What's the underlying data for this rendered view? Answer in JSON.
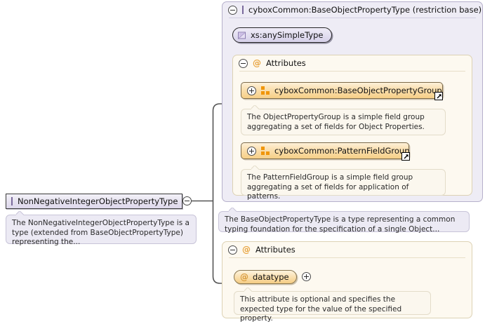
{
  "diagram": {
    "kind": "xml-schema-type-diagram"
  },
  "left_node": {
    "label": "NonNegativeIntegerObjectPropertyType",
    "icon": "complex-type-icon",
    "toggle": "collapse-minus-icon",
    "annotation": "The NonNegativeIntegerObjectPropertyType is a type (extended from BaseObjectPropertyType) representing the..."
  },
  "base_panel": {
    "toggle": "collapse-minus-icon",
    "icon": "complex-type-icon",
    "title": "cyboxCommon:BaseObjectPropertyType (restriction base)",
    "simple_type": {
      "label": "xs:anySimpleType",
      "icon": "simple-type-icon"
    },
    "attributes_section": {
      "toggle": "collapse-minus-icon",
      "at_glyph": "@",
      "title": "Attributes",
      "entries": [
        {
          "toggle": "expand-plus-icon",
          "icon": "attribute-group-icon",
          "label": "cyboxCommon:BaseObjectPropertyGroup",
          "link": "external-link-icon",
          "annotation": "The ObjectPropertyGroup is a simple field group aggregating a set of fields for Object Properties."
        },
        {
          "toggle": "expand-plus-icon",
          "icon": "attribute-group-icon",
          "label": "cyboxCommon:PatternFieldGroup",
          "link": "external-link-icon",
          "annotation": "The PatternFieldGroup is a simple field group aggregating a set of fields for application of patterns."
        }
      ]
    },
    "annotation": "The BaseObjectPropertyType is a type representing a common typing foundation for the specification of a single Object..."
  },
  "own_attributes_panel": {
    "toggle": "collapse-minus-icon",
    "at_glyph": "@",
    "title": "Attributes",
    "entries": [
      {
        "at_glyph": "@",
        "label": "datatype",
        "toggle": "expand-plus-icon",
        "annotation": "This attribute is optional and specifies the expected type for the value of the specified property."
      }
    ]
  },
  "colors": {
    "lavender_panel": "#eeecf5",
    "cream_panel": "#fdf9f0",
    "group_orange": "#f0960a",
    "line": "#555555"
  }
}
